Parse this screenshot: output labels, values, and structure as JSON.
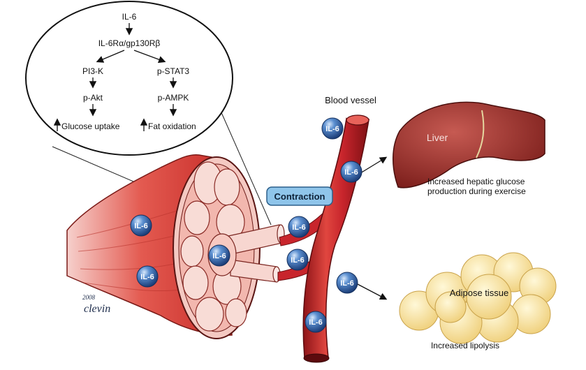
{
  "pathway": {
    "il6": "IL-6",
    "receptor": "IL-6Rα/gp130Rβ",
    "left_branch": [
      "PI3-K",
      "p-Akt",
      "Glucose uptake"
    ],
    "right_branch": [
      "p-STAT3",
      "p-AMPK",
      "Fat oxidation"
    ]
  },
  "labels": {
    "blood_vessel": "Blood vessel",
    "contraction": "Contraction",
    "liver": "Liver",
    "liver_effect_line1": "Increased hepatic glucose",
    "liver_effect_line2": "production during exercise",
    "adipose": "Adipose tissue",
    "adipose_effect": "Increased lipolysis",
    "signature": "clevin",
    "signature_year": "2008"
  },
  "il6_badge_text": "IL-6",
  "colors": {
    "vessel": "#c8252c",
    "vessel_dark": "#8e1418",
    "muscle": "#d83a34",
    "liver": "#9e2f2a",
    "adipose": "#f7e2a0",
    "badge": "#2f62a8",
    "contraction_box": "#8fc5ea"
  }
}
